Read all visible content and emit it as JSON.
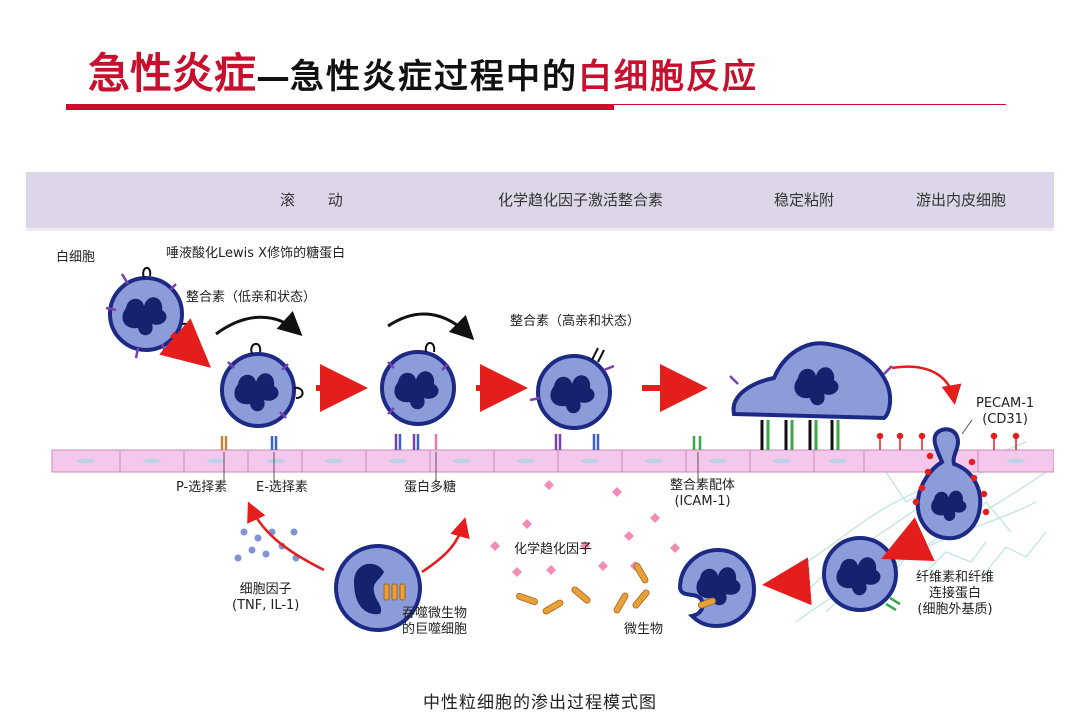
{
  "title": {
    "main": "急性炎症",
    "dash": "—",
    "sub": "急性炎症过程中的",
    "highlight": "白细胞反应"
  },
  "stages": [
    "滚 动",
    "化学趋化因子激活整合素",
    "稳定粘附",
    "游出内皮细胞"
  ],
  "labels": {
    "leukocyte": "白细胞",
    "sialyl_lewis": "唾液酸化Lewis X修饰的糖蛋白",
    "integrin_low": "整合素（低亲和状态）",
    "integrin_high": "整合素（高亲和状态）",
    "p_selectin": "P-选择素",
    "e_selectin": "E-选择素",
    "proteoglycan": "蛋白多糖",
    "integrin_ligand_1": "整合素配体",
    "integrin_ligand_2": "(ICAM-1)",
    "pecam_1": "PECAM-1",
    "pecam_2": "(CD31)",
    "chemokine": "化学趋化因子",
    "cytokine_1": "细胞因子",
    "cytokine_2": "(TNF, IL-1)",
    "macrophage_1": "吞噬微生物",
    "macrophage_2": "的巨噬细胞",
    "microbe": "微生物",
    "matrix_1": "纤维素和纤维",
    "matrix_2": "连接蛋白",
    "matrix_3": "(细胞外基质)"
  },
  "caption": "中性粒细胞的渗出过程模式图",
  "colors": {
    "title_red": "#c8102e",
    "stage_bar": "#ddd6e8",
    "cell_fill": "#8c9cd8",
    "cell_border": "#1c2a86",
    "nucleus": "#16226e",
    "endothelium": "#f6c7ec",
    "arrow": "#e41d1d",
    "chemokine": "#f28bb5",
    "microbe": "#e8a03a"
  }
}
